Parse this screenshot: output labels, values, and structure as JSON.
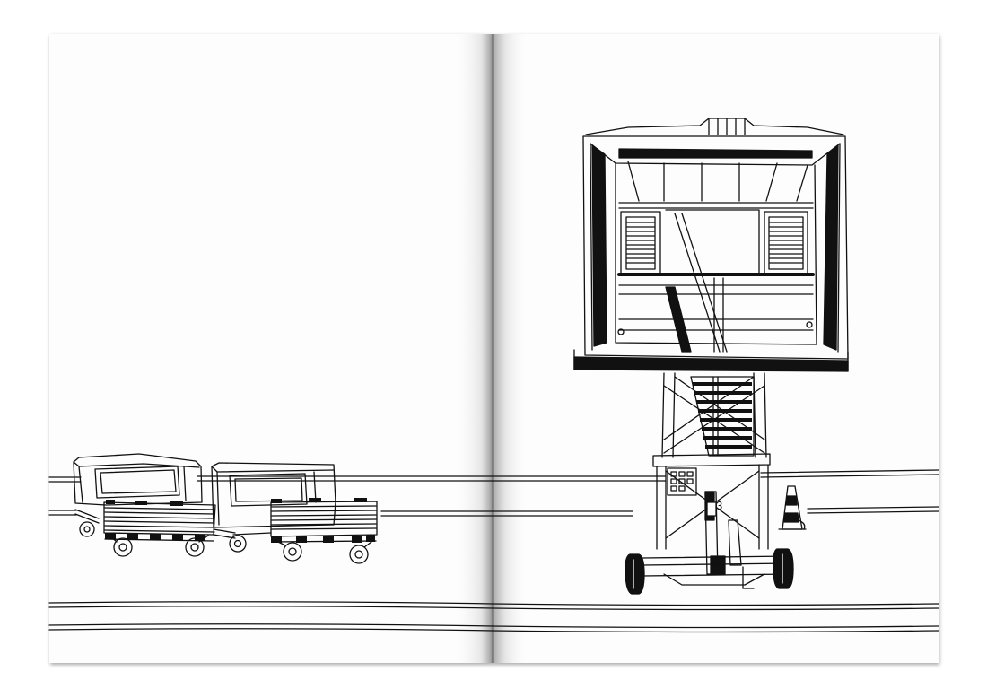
{
  "book": {
    "paper_color": "#fdfdfd",
    "ink_color": "#111111",
    "shadow_color": "#9a9a9a",
    "background_color": "#ffffff"
  },
  "left_page": {
    "subject": "baggage-cart-train",
    "carts": 2
  },
  "right_page": {
    "subject": "airport-catering-lift-truck",
    "vehicle_number": "3"
  }
}
